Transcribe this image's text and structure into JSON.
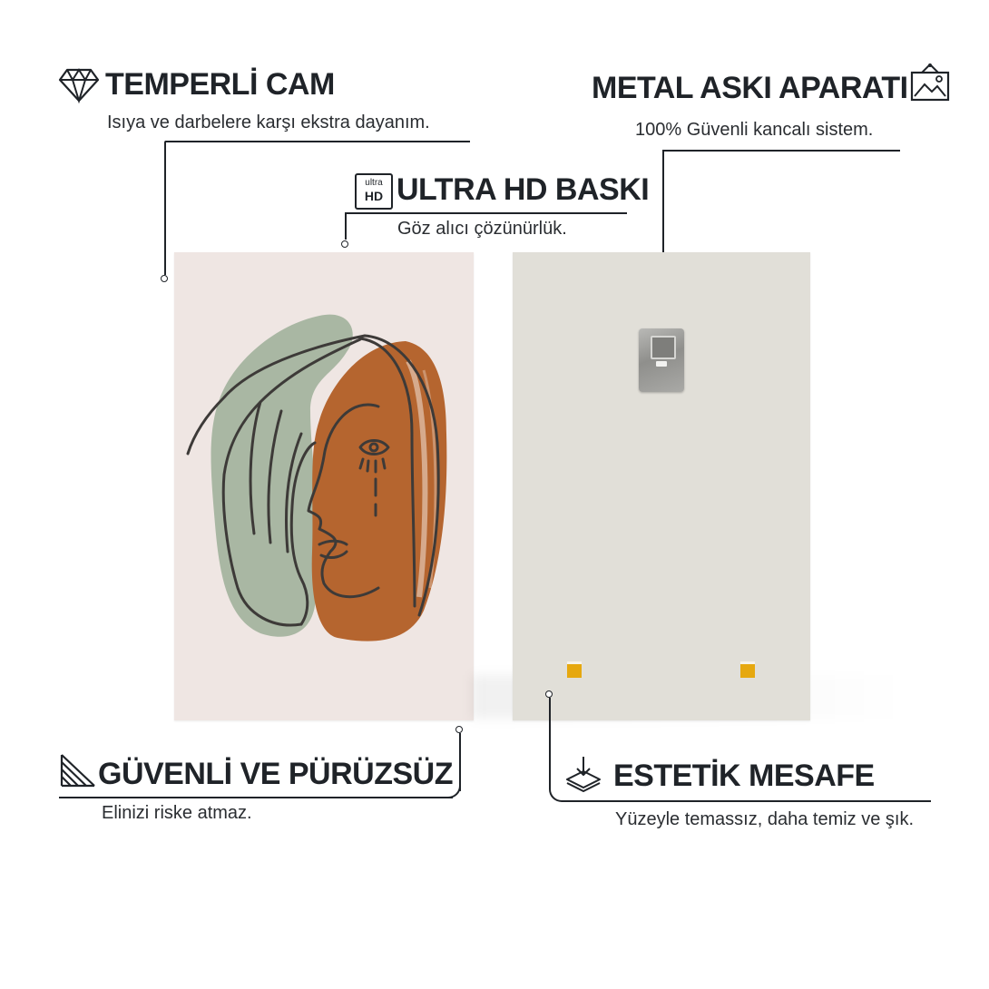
{
  "features": {
    "tempered_glass": {
      "title": "TEMPERLİ CAM",
      "desc": "Isıya ve darbelere karşı ekstra dayanım.",
      "icon": "diamond-icon"
    },
    "hanger": {
      "title": "METAL ASKI APARATI",
      "desc": "100% Güvenli kancalı sistem.",
      "icon": "picture-frame-icon"
    },
    "ultra_hd": {
      "title": "ULTRA HD BASKI",
      "desc": "Göz alıcı çözünürlük.",
      "icon_top": "ultra",
      "icon_bottom": "HD"
    },
    "safe_smooth": {
      "title": "GÜVENLİ VE PÜRÜZSÜZ",
      "desc": "Elinizi riske atmaz.",
      "icon": "hatched-corner-icon"
    },
    "aesthetic_distance": {
      "title": "ESTETİK MESAFE",
      "desc": "Yüzeyle temassız, daha temiz ve şık.",
      "icon": "layers-download-icon"
    }
  },
  "colors": {
    "text": "#1f2328",
    "art_background": "#efe6e3",
    "art_green": "#a9b7a3",
    "art_orange": "#b5652f",
    "art_line": "#3d3a38",
    "back_panel": "#e1dfd8",
    "spacer_pad": "#e6a80f"
  }
}
